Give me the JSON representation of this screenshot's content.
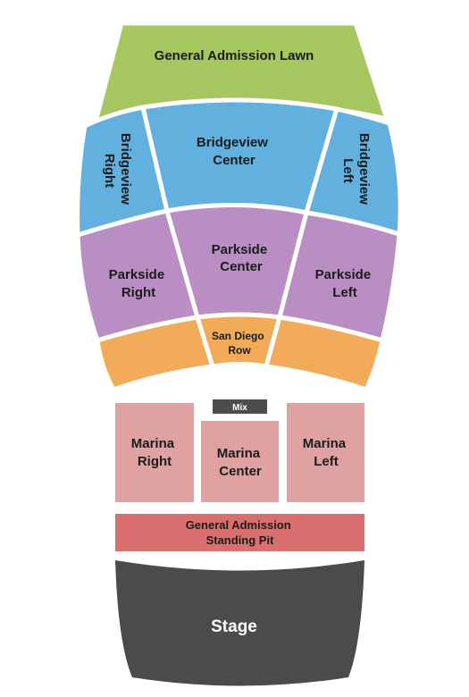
{
  "colors": {
    "lawn": "#a6c75f",
    "bridgeview": "#62b0de",
    "parkside": "#b98ec3",
    "san_diego_row": "#f2ac59",
    "mix": "#4d4d4d",
    "marina": "#dfa1a2",
    "pit": "#d9706f",
    "stage": "#4b4b4b",
    "separator": "#ffffff"
  },
  "sections": {
    "ga_lawn": {
      "label": "General Admission Lawn",
      "icon": ""
    },
    "bridgeview_right": {
      "line1": "Bridgeview",
      "line2": "Right"
    },
    "bridgeview_center": {
      "line1": "Bridgeview",
      "line2": "Center"
    },
    "bridgeview_left": {
      "line1": "Bridgeview",
      "line2": "Left"
    },
    "parkside_right": {
      "line1": "Parkside",
      "line2": "Right"
    },
    "parkside_center": {
      "line1": "Parkside",
      "line2": "Center"
    },
    "parkside_left": {
      "line1": "Parkside",
      "line2": "Left"
    },
    "san_diego_row": {
      "line1": "San Diego",
      "line2": "Row"
    },
    "mix": {
      "label": "Mix"
    },
    "marina_right": {
      "line1": "Marina",
      "line2": "Right"
    },
    "marina_center": {
      "line1": "Marina",
      "line2": "Center"
    },
    "marina_left": {
      "line1": "Marina",
      "line2": "Left"
    },
    "ga_pit": {
      "line1": "General Admission",
      "line2": "Standing Pit"
    },
    "stage": {
      "label": "Stage"
    }
  }
}
